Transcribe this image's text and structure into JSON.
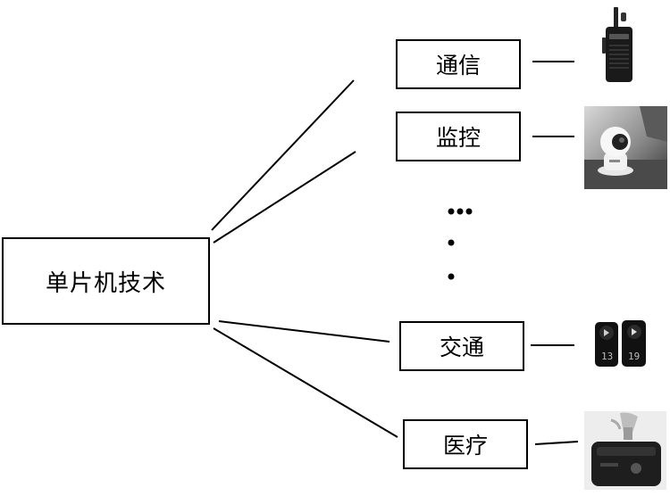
{
  "root": {
    "label": "单片机技术"
  },
  "branches": [
    {
      "label": "通信",
      "image": "walkie-talkie"
    },
    {
      "label": "监控",
      "image": "security-camera"
    },
    {
      "label": "交通",
      "image": "traffic-light"
    },
    {
      "label": "医疗",
      "image": "nebulizer"
    }
  ],
  "colors": {
    "line": "#000000",
    "box_border": "#000000",
    "background": "#ffffff"
  }
}
